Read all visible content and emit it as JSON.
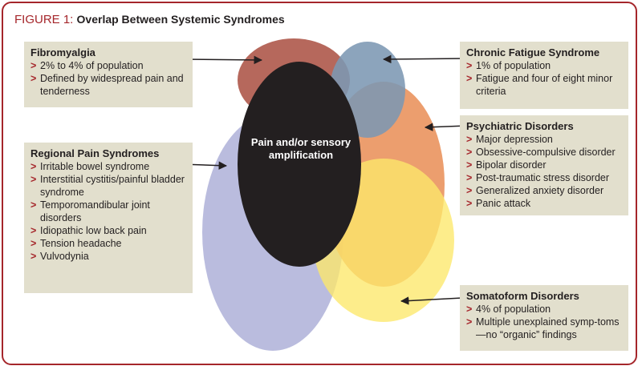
{
  "figure": {
    "label": "FIGURE 1:",
    "title": "Overlap Between Systemic Syndromes"
  },
  "center": {
    "label": "Pain and/or sensory amplification"
  },
  "boxes": {
    "fibromyalgia": {
      "title": "Fibromyalgia",
      "items": [
        "2% to 4% of population",
        "Defined by widespread pain and tenderness"
      ]
    },
    "regional": {
      "title": "Regional Pain Syndromes",
      "items": [
        "Irritable bowel syndrome",
        "Interstitial cystitis/painful bladder syndrome",
        "Temporomandibular joint disorders",
        "Idiopathic low back pain",
        "Tension headache",
        "Vulvodynia"
      ]
    },
    "chronic_fatigue": {
      "title": "Chronic Fatigue Syndrome",
      "items": [
        "1% of population",
        "Fatigue and four of eight minor criteria"
      ]
    },
    "psychiatric": {
      "title": "Psychiatric Disorders",
      "items": [
        "Major depression",
        "Obsessive-compulsive disorder",
        "Bipolar disorder",
        "Post-traumatic stress disorder",
        "Generalized anxiety disorder",
        "Panic attack"
      ]
    },
    "somatoform": {
      "title": "Somatoform Disorders",
      "items": [
        "4% of population",
        "Multiple unexplained symp-toms—no “organic” findings"
      ]
    }
  },
  "bullet_glyph": ">",
  "colors": {
    "frame": "#a5262b",
    "bullet": "#a5262b",
    "box_bg": "#e2dfcd",
    "fibromyalgia": "#b05b4e",
    "chronic_fatigue": "#7c97b3",
    "psychiatric": "#e98d55",
    "somatoform": "#fde86a",
    "regional": "#aeb0d8",
    "center": "#231f20"
  }
}
